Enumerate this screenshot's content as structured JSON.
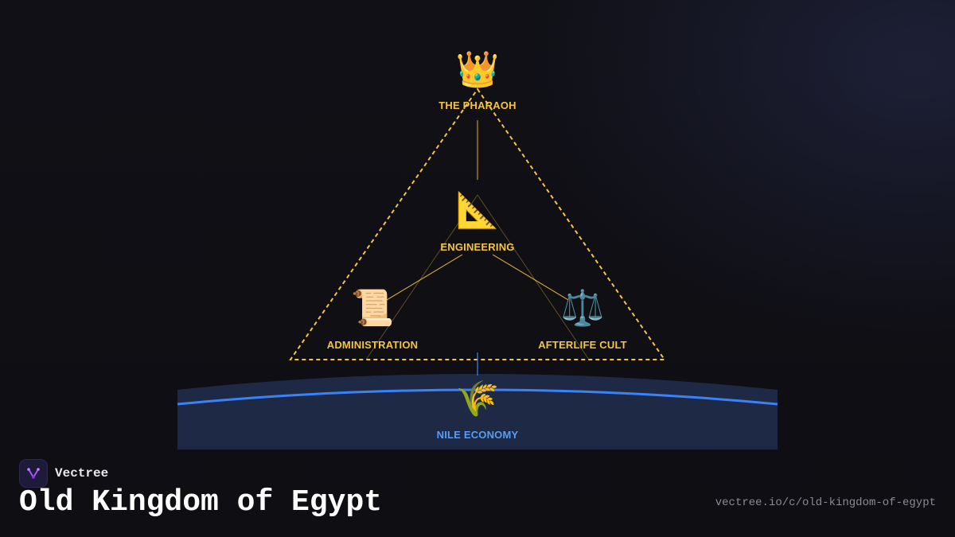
{
  "diagram": {
    "nodes": {
      "pharaoh": {
        "icon": "👑",
        "icon_name": "crown-icon",
        "label": "THE PHARAOH"
      },
      "engineering": {
        "icon": "📐",
        "icon_name": "triangular-ruler-icon",
        "label": "ENGINEERING"
      },
      "administration": {
        "icon": "📜",
        "icon_name": "scroll-icon",
        "label": "ADMINISTRATION"
      },
      "afterlife": {
        "icon": "⚖️",
        "icon_name": "balance-scale-icon",
        "label": "AFTERLIFE CULT"
      },
      "nile": {
        "icon": "🌾",
        "icon_name": "wheat-sheaf-icon",
        "label": "NILE ECONOMY"
      }
    },
    "colors": {
      "accent": "#f5c542",
      "river": "#3b82f6",
      "river_label": "#5b9cf0",
      "base_band": "#1e2a45"
    }
  },
  "footer": {
    "brand_name": "Vectree",
    "title": "Old Kingdom of Egypt",
    "url": "vectree.io/c/old-kingdom-of-egypt"
  }
}
